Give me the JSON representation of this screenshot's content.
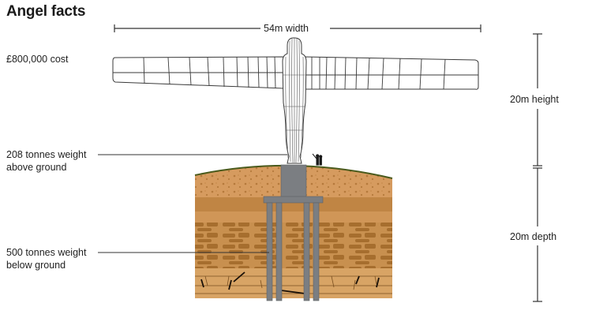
{
  "title": "Angel facts",
  "labels": {
    "width": "54m width",
    "cost": "£800,000 cost",
    "height": "20m height",
    "depth": "20m depth",
    "weight_above_line1": "208 tonnes weight",
    "weight_above_line2": "above ground",
    "weight_below_line1": "500 tonnes weight",
    "weight_below_line2": "below ground"
  },
  "colors": {
    "background": "#ffffff",
    "line": "#333333",
    "soil_top": "#d9a067",
    "soil_mid": "#c98f52",
    "soil_dark": "#a8712f",
    "soil_bottom": "#d7a466",
    "grass": "#4a5a1c",
    "foundation": "#7b7e82",
    "statue_fill": "#ffffff",
    "statue_line": "#3a3a3a"
  },
  "icons": [
    "statue-angel-of-the-north",
    "human-figures-scale-icon",
    "foundation-piles",
    "soil-cross-section"
  ]
}
